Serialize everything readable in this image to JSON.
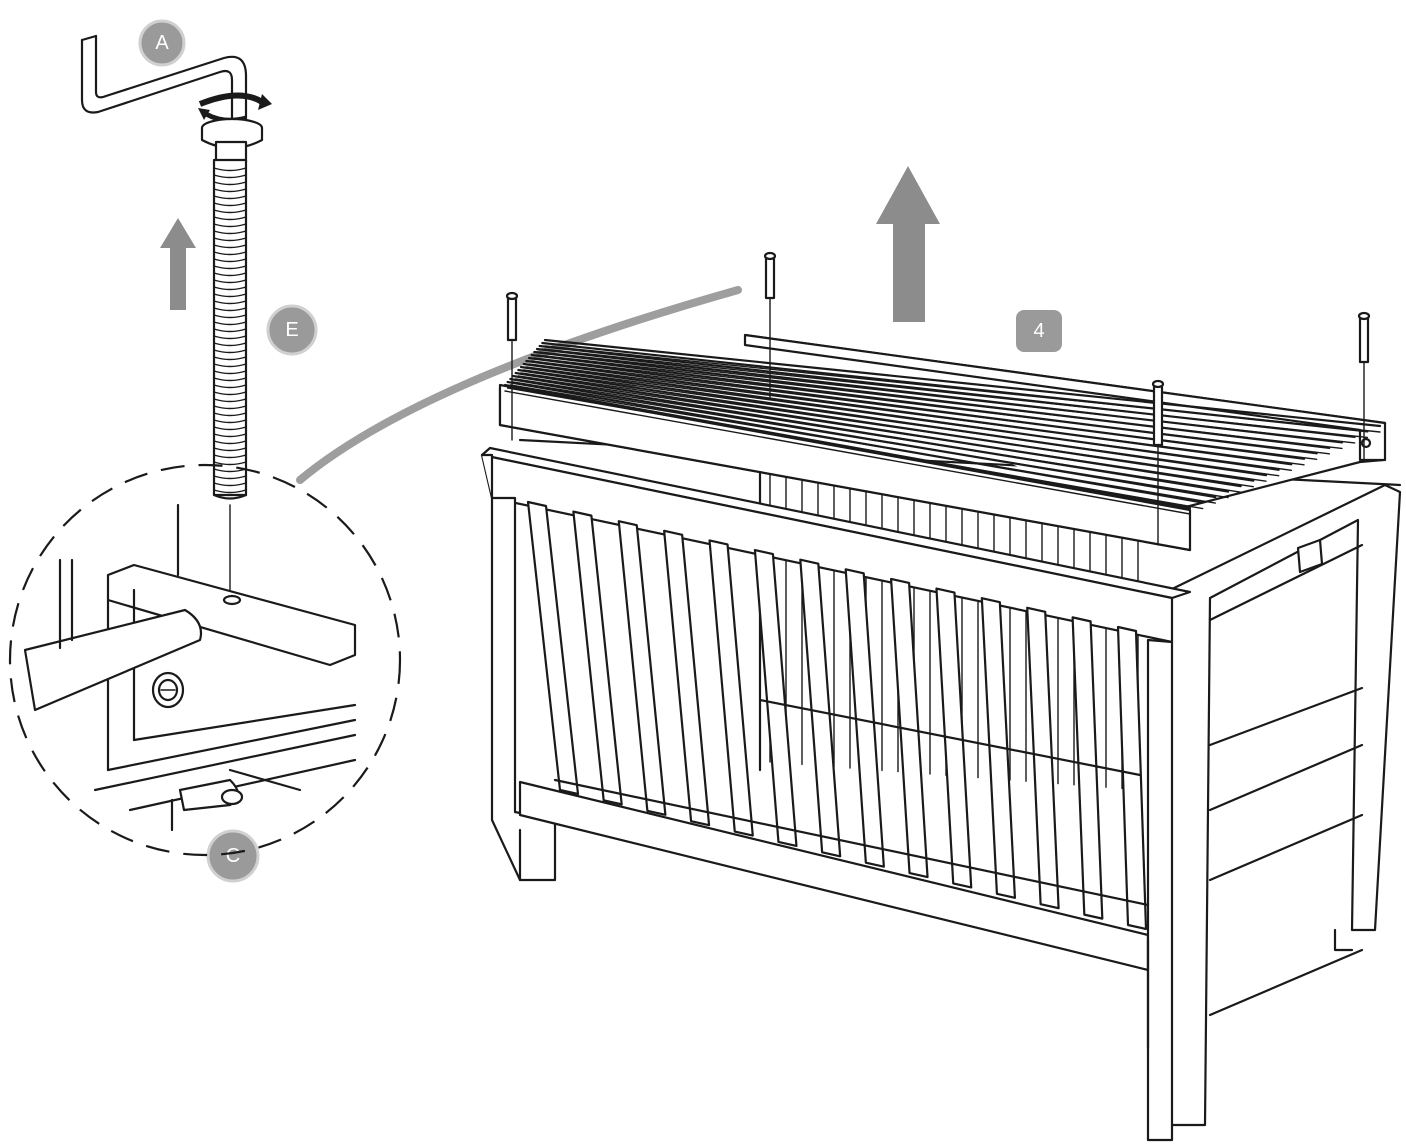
{
  "labels": {
    "part_a": "A",
    "part_e": "E",
    "part_c": "C",
    "step": "4"
  },
  "colors": {
    "ink": "#1a1a1a",
    "badge": "#9a9a9a",
    "arrow": "#8c8c8c",
    "curve": "#9e9e9e"
  },
  "icons": {
    "up_arrow": "up-arrow-icon",
    "rotate": "rotate-arrows-icon"
  }
}
